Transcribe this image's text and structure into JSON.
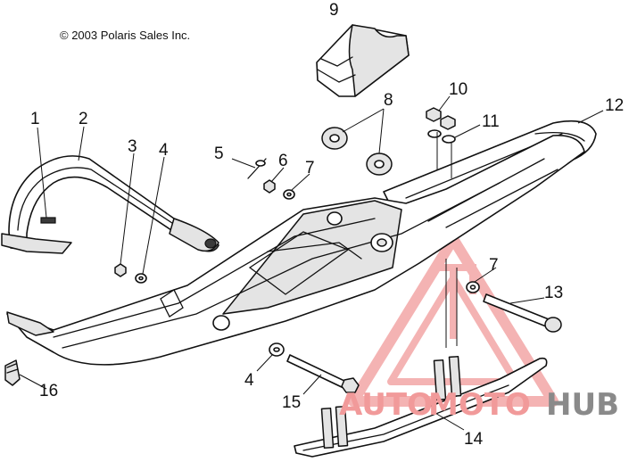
{
  "copyright": "© 2003 Polaris Sales Inc.",
  "callouts": {
    "c1": "1",
    "c2": "2",
    "c3": "3",
    "c4a": "4",
    "c4b": "4",
    "c5": "5",
    "c6": "6",
    "c7a": "7",
    "c7b": "7",
    "c8": "8",
    "c9": "9",
    "c10": "10",
    "c11": "11",
    "c12": "12",
    "c13": "13",
    "c14": "14",
    "c15": "15",
    "c16": "16"
  },
  "watermark": {
    "part1": "AUTO",
    "part2": "MOTO",
    "part3": "HUB",
    "color_primary": "#f08a8a",
    "color_secondary": "#c8a05a",
    "color_dark": "#8a8a8a"
  }
}
